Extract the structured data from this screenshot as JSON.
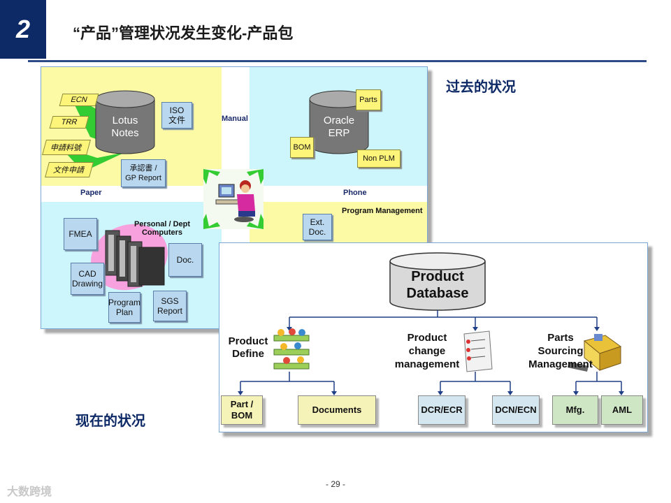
{
  "header": {
    "slide_number": "2",
    "title": "“产品”管理状况发生变化-产品包"
  },
  "past": {
    "heading": "过去的状况",
    "db_lotus": [
      "Lotus",
      "Notes"
    ],
    "db_oracle": [
      "Oracle",
      "ERP"
    ],
    "tags": [
      "ECN",
      "TRR",
      "申請料號",
      "文件申請"
    ],
    "notes": {
      "iso": [
        "ISO",
        "文件"
      ],
      "approval": [
        "承認書 /",
        "GP Report"
      ],
      "parts": "Parts",
      "bom": "BOM",
      "non_plm": "Non PLM",
      "ext_doc": [
        "Ext.",
        "Doc."
      ],
      "fmea": "FMEA",
      "cad": [
        "CAD",
        "Drawing"
      ],
      "program_plan": [
        "Program",
        "Plan"
      ],
      "sgs": [
        "SGS",
        "Report"
      ],
      "doc": "Doc."
    },
    "labels": {
      "manual": "Manual",
      "paper": "Paper",
      "phone": "Phone",
      "program_management": "Program Management",
      "personal": [
        "Personal / Dept",
        "Computers"
      ]
    }
  },
  "present": {
    "heading": "现在的状况",
    "db": [
      "Product",
      "Database"
    ],
    "categories": [
      {
        "label": [
          "Product",
          "Define"
        ]
      },
      {
        "label": [
          "Product",
          "change",
          "management"
        ]
      },
      {
        "label": [
          "Parts",
          "Sourcing",
          "Management"
        ]
      }
    ],
    "boxes": [
      {
        "label": [
          "Part /",
          "BOM"
        ]
      },
      {
        "label": [
          "Documents"
        ]
      },
      {
        "label": [
          "DCR/ECR"
        ]
      },
      {
        "label": [
          "DCN/ECN"
        ]
      },
      {
        "label": [
          "Mfg."
        ]
      },
      {
        "label": [
          "AML"
        ]
      }
    ]
  },
  "footer": {
    "page": "- 29 -",
    "watermark": "大数跨境"
  },
  "colors": {
    "navy": "#0e2a66",
    "yellow": "#fdfaa6",
    "cyan": "#ccf6fb",
    "box_yellow": "#f6f3b8",
    "box_blue": "#d4e6ef",
    "box_green": "#cfe6c4"
  }
}
